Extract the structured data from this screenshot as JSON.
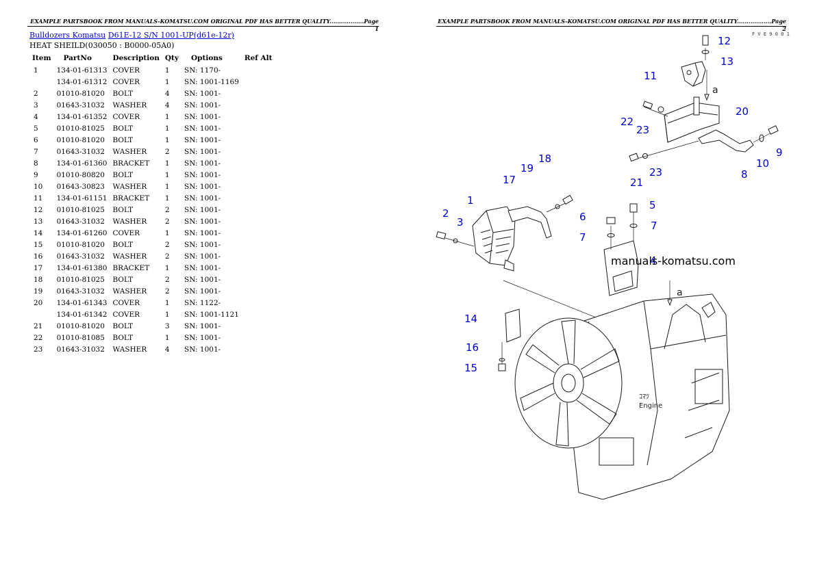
{
  "header": {
    "page1": "EXAMPLE PARTSBOOK FROM MANUALS-KOMATSU.COM ORIGINAL PDF HAS BETTER QUALITY..................Page 1",
    "page2": "EXAMPLE PARTSBOOK FROM MANUALS-KOMATSU.COM ORIGINAL PDF HAS BETTER QUALITY..................Page 2"
  },
  "breadcrumb": {
    "category": "Bulldozers Komatsu",
    "model": "D61E-12 S/N 1001-UP(d61e-12r)"
  },
  "subtitle": "HEAT SHEILD(030050 : B0000-05A0)",
  "table": {
    "columns": [
      "Item",
      "PartNo",
      "Description",
      "Qty",
      "Options",
      "Ref Alt"
    ],
    "rows": [
      {
        "item": "1",
        "part": "134-01-61313",
        "desc": "COVER",
        "qty": "1",
        "opt": "SN: 1170-"
      },
      {
        "item": "",
        "part": "134-01-61312",
        "desc": "COVER",
        "qty": "1",
        "opt": "SN: 1001-1169"
      },
      {
        "item": "2",
        "part": "01010-81020",
        "desc": "BOLT",
        "qty": "4",
        "opt": "SN: 1001-"
      },
      {
        "item": "3",
        "part": "01643-31032",
        "desc": "WASHER",
        "qty": "4",
        "opt": "SN: 1001-"
      },
      {
        "item": "4",
        "part": "134-01-61352",
        "desc": "COVER",
        "qty": "1",
        "opt": "SN: 1001-"
      },
      {
        "item": "5",
        "part": "01010-81025",
        "desc": "BOLT",
        "qty": "1",
        "opt": "SN: 1001-"
      },
      {
        "item": "6",
        "part": "01010-81020",
        "desc": "BOLT",
        "qty": "1",
        "opt": "SN: 1001-"
      },
      {
        "item": "7",
        "part": "01643-31032",
        "desc": "WASHER",
        "qty": "2",
        "opt": "SN: 1001-"
      },
      {
        "item": "8",
        "part": "134-01-61360",
        "desc": "BRACKET",
        "qty": "1",
        "opt": "SN: 1001-"
      },
      {
        "item": "9",
        "part": "01010-80820",
        "desc": "BOLT",
        "qty": "1",
        "opt": "SN: 1001-"
      },
      {
        "item": "10",
        "part": "01643-30823",
        "desc": "WASHER",
        "qty": "1",
        "opt": "SN: 1001-"
      },
      {
        "item": "11",
        "part": "134-01-61151",
        "desc": "BRACKET",
        "qty": "1",
        "opt": "SN: 1001-"
      },
      {
        "item": "12",
        "part": "01010-81025",
        "desc": "BOLT",
        "qty": "2",
        "opt": "SN: 1001-"
      },
      {
        "item": "13",
        "part": "01643-31032",
        "desc": "WASHER",
        "qty": "2",
        "opt": "SN: 1001-"
      },
      {
        "item": "14",
        "part": "134-01-61260",
        "desc": "COVER",
        "qty": "1",
        "opt": "SN: 1001-"
      },
      {
        "item": "15",
        "part": "01010-81020",
        "desc": "BOLT",
        "qty": "2",
        "opt": "SN: 1001-"
      },
      {
        "item": "16",
        "part": "01643-31032",
        "desc": "WASHER",
        "qty": "2",
        "opt": "SN: 1001-"
      },
      {
        "item": "17",
        "part": "134-01-61380",
        "desc": "BRACKET",
        "qty": "1",
        "opt": "SN: 1001-"
      },
      {
        "item": "18",
        "part": "01010-81025",
        "desc": "BOLT",
        "qty": "2",
        "opt": "SN: 1001-"
      },
      {
        "item": "19",
        "part": "01643-31032",
        "desc": "WASHER",
        "qty": "2",
        "opt": "SN: 1001-"
      },
      {
        "item": "20",
        "part": "134-01-61343",
        "desc": "COVER",
        "qty": "1",
        "opt": "SN: 1122-"
      },
      {
        "item": "",
        "part": "134-01-61342",
        "desc": "COVER",
        "qty": "1",
        "opt": "SN: 1001-1121"
      },
      {
        "item": "21",
        "part": "01010-81020",
        "desc": "BOLT",
        "qty": "3",
        "opt": "SN: 1001-"
      },
      {
        "item": "22",
        "part": "01010-81085",
        "desc": "BOLT",
        "qty": "1",
        "opt": "SN: 1001-"
      },
      {
        "item": "23",
        "part": "01643-31032",
        "desc": "WASHER",
        "qty": "4",
        "opt": "SN: 1001-"
      }
    ]
  },
  "diagram": {
    "code": "F V E 9 0 0 1",
    "watermark": "manuals-komatsu.com",
    "engine_label": "Engine",
    "engine_brand": "ｺﾏﾂ",
    "arrow_label": "a",
    "callouts": [
      "1",
      "2",
      "3",
      "4",
      "5",
      "6",
      "7",
      "7",
      "8",
      "9",
      "10",
      "11",
      "12",
      "13",
      "14",
      "15",
      "16",
      "17",
      "18",
      "19",
      "20",
      "21",
      "22",
      "23",
      "23"
    ]
  },
  "colors": {
    "link": "#0000cc",
    "callout": "#0000cc"
  }
}
